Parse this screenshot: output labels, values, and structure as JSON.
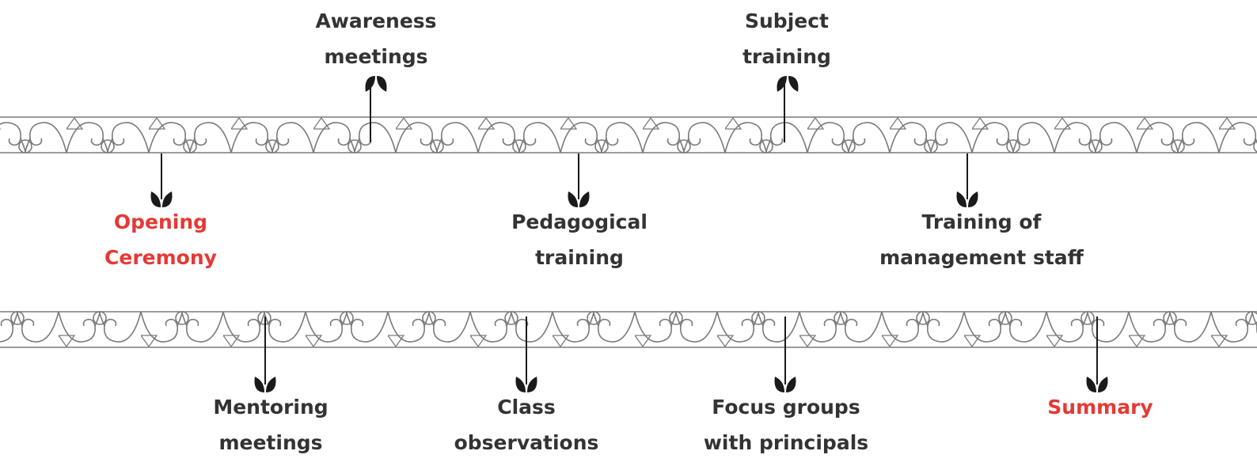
{
  "colors": {
    "text": "#333333",
    "accent": "#e53935",
    "ornament": "#7a7a7a",
    "connector": "#1a1a1a"
  },
  "timeline": {
    "upper_band": {
      "above": [
        {
          "label": "Awareness\nmeetings",
          "accent": false
        },
        {
          "label": "Subject\ntraining",
          "accent": false
        }
      ],
      "below": [
        {
          "label": "Opening\nCeremony",
          "accent": true
        },
        {
          "label": "Pedagogical\ntraining",
          "accent": false
        },
        {
          "label": "Training of\nmanagement staff",
          "accent": false
        }
      ]
    },
    "lower_band": {
      "below": [
        {
          "label": "Mentoring\nmeetings",
          "accent": false
        },
        {
          "label": "Class\nobservations",
          "accent": false
        },
        {
          "label": "Focus groups\nwith principals",
          "accent": false
        },
        {
          "label": "Summary",
          "accent": true
        }
      ]
    }
  },
  "icons": {
    "ornament": "lace-border-ornament",
    "marker": "leaf-sprout-icon"
  }
}
